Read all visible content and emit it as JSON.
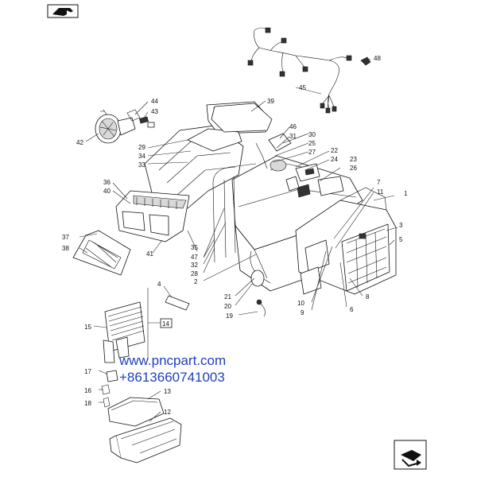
{
  "watermark": {
    "url": "www.pncpart.com",
    "phone": "+8613660741003"
  },
  "callouts": {
    "c1": "1",
    "c2": "2",
    "c3": "3",
    "c4": "4",
    "c5": "5",
    "c6": "6",
    "c7": "7",
    "c8": "8",
    "c9": "9",
    "c10": "10",
    "c11": "11",
    "c12": "12",
    "c13": "13",
    "c14": "14",
    "c15": "15",
    "c16": "16",
    "c17": "17",
    "c18": "18",
    "c19": "19",
    "c20": "20",
    "c21": "21",
    "c22": "22",
    "c23": "23",
    "c24": "24",
    "c25": "25",
    "c26": "26",
    "c27": "27",
    "c28": "28",
    "c29": "29",
    "c30": "30",
    "c31": "31",
    "c32": "32",
    "c33": "33",
    "c34": "34",
    "c35": "35",
    "c36": "36",
    "c37": "37",
    "c38": "38",
    "c39": "39",
    "c40": "40",
    "c41": "41",
    "c42": "42",
    "c43": "43",
    "c44": "44",
    "c45": "45",
    "c46": "46",
    "c47": "47",
    "c48": "48"
  },
  "icons": {
    "top_left": "page-nav-icon",
    "bottom_right": "return-arrow-icon"
  }
}
